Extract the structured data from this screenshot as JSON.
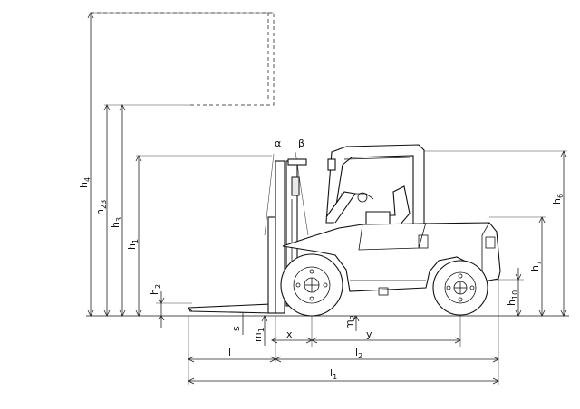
{
  "labels": {
    "h4": {
      "main": "h",
      "sub": "4"
    },
    "h23": {
      "main": "h",
      "sub": "23"
    },
    "h3": {
      "main": "h",
      "sub": "3"
    },
    "h1": {
      "main": "h",
      "sub": "1"
    },
    "h2": {
      "main": "h",
      "sub": "2"
    },
    "h6": {
      "main": "h",
      "sub": "6"
    },
    "h7": {
      "main": "h",
      "sub": "7"
    },
    "h10": {
      "main": "h",
      "sub": "10"
    },
    "alpha": {
      "main": "α"
    },
    "beta": {
      "main": "β"
    },
    "s": {
      "main": "s"
    },
    "m1": {
      "main": "m",
      "sub": "1"
    },
    "m2": {
      "main": "m",
      "sub": "2"
    },
    "x": {
      "main": "x"
    },
    "y": {
      "main": "y"
    },
    "l": {
      "main": "l"
    },
    "l2": {
      "main": "l",
      "sub": "2"
    },
    "l1": {
      "main": "l",
      "sub": "1"
    }
  }
}
